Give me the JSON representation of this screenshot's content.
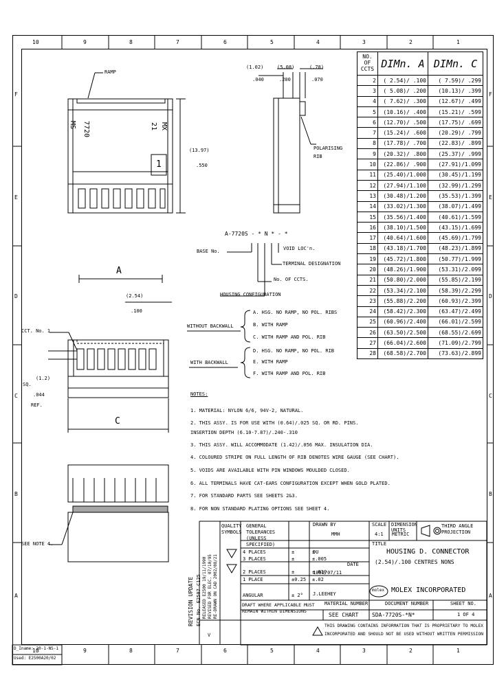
{
  "border": {
    "top_zones": [
      "10",
      "9",
      "8",
      "7",
      "6",
      "5",
      "4",
      "3",
      "2",
      "1"
    ],
    "bottom_zones": [
      "10",
      "9",
      "8",
      "7",
      "6",
      "5",
      "4",
      "3",
      "2",
      "1"
    ],
    "left_rows": [
      "F",
      "E",
      "D",
      "C",
      "B",
      "A"
    ],
    "right_rows": [
      "F",
      "E",
      "D",
      "C",
      "B",
      "A"
    ]
  },
  "table": {
    "headers": [
      "NO. OF CCTS",
      "DIMn. A",
      "DIMn. C"
    ],
    "rows": [
      [
        "2",
        "( 2.54)/ .100",
        "( 7.59)/ .299"
      ],
      [
        "3",
        "( 5.08)/ .200",
        "(10.13)/ .399"
      ],
      [
        "4",
        "( 7.62)/ .300",
        "(12.67)/ .499"
      ],
      [
        "5",
        "(10.16)/ .400",
        "(15.21)/ .599"
      ],
      [
        "6",
        "(12.70)/ .500",
        "(17.75)/ .699"
      ],
      [
        "7",
        "(15.24)/ .600",
        "(20.29)/ .799"
      ],
      [
        "8",
        "(17.78)/ .700",
        "(22.83)/ .899"
      ],
      [
        "9",
        "(20.32)/ .800",
        "(25.37)/ .999"
      ],
      [
        "10",
        "(22.86)/ .900",
        "(27.91)/1.099"
      ],
      [
        "11",
        "(25.40)/1.000",
        "(30.45)/1.199"
      ],
      [
        "12",
        "(27.94)/1.100",
        "(32.99)/1.299"
      ],
      [
        "13",
        "(30.48)/1.200",
        "(35.53)/1.399"
      ],
      [
        "14",
        "(33.02)/1.300",
        "(38.07)/1.499"
      ],
      [
        "15",
        "(35.56)/1.400",
        "(40.61)/1.599"
      ],
      [
        "16",
        "(38.10)/1.500",
        "(43.15)/1.699"
      ],
      [
        "17",
        "(40.64)/1.600",
        "(45.69)/1.799"
      ],
      [
        "18",
        "(43.18)/1.700",
        "(48.23)/1.899"
      ],
      [
        "19",
        "(45.72)/1.800",
        "(50.77)/1.999"
      ],
      [
        "20",
        "(48.26)/1.900",
        "(53.31)/2.099"
      ],
      [
        "21",
        "(50.80)/2.000",
        "(55.85)/2.199"
      ],
      [
        "22",
        "(53.34)/2.100",
        "(58.39)/2.299"
      ],
      [
        "23",
        "(55.88)/2.200",
        "(60.93)/2.399"
      ],
      [
        "24",
        "(58.42)/2.300",
        "(63.47)/2.499"
      ],
      [
        "25",
        "(60.96)/2.400",
        "(66.01)/2.599"
      ],
      [
        "26",
        "(63.50)/2.500",
        "(68.55)/2.699"
      ],
      [
        "27",
        "(66.04)/2.600",
        "(71.09)/2.799"
      ],
      [
        "28",
        "(68.58)/2.700",
        "(73.63)/2.899"
      ]
    ]
  },
  "drawing": {
    "ramp": "RAMP",
    "top_dims": [
      "(1.02)",
      ".040",
      "(5.08)",
      ".200",
      "(.78)",
      ".070"
    ],
    "polarising": [
      "POLARISING",
      "RIB"
    ],
    "height_dim": [
      "(13.97)",
      ".550"
    ],
    "mark_ms": "MS",
    "mark_7720": "7720",
    "mark_21": "21",
    "mark_mx": "MX",
    "mark_1": "1",
    "dim_a": "A",
    "dim_c": "C",
    "pitch": [
      "(2.54)",
      ".100"
    ],
    "cct_no": "CCT. No. 1",
    "sq": [
      "SQ.",
      "(1.2)",
      ".044",
      "REF."
    ],
    "see_note": "SEE NOTE 4."
  },
  "part_code": {
    "code": "A-7720S - * N * - *",
    "base": "BASE No.",
    "void": "VOID LOC'n.",
    "term": "TERMINAL DESIGNATION",
    "ccts": "No. OF CCTS.",
    "config": "HOUSING CONFIGURATION"
  },
  "config": {
    "without": "WITHOUT BACKWALL",
    "with": "WITH BACKWALL",
    "options": [
      "A. HSG. NO RAMP, NO POL. RIBS",
      "B. WITH RAMP",
      "C. WITH RAMP AND POL. RIB",
      "D. HSG. NO RAMP, NO POL. RIB",
      "E. WITH RAMP",
      "F. WITH RAMP AND POL. RIB"
    ]
  },
  "notes": {
    "title": "NOTES:",
    "items": [
      "1. MATERIAL: NYLON 6/6, 94V-2, NATURAL.",
      "2. THIS ASSY. IS FOR USE WITH (0.64)/.025 SQ. OR RD. PINS.",
      "   INSERTION DEPTH (6.10-7.87)/.240-.310",
      "3. THIS ASSY. WILL ACCOMMODATE (1.42)/.056 MAX. INSULATION DIA.",
      "4. COLOURED STRIPE ON FULL LENGTH OF RIB DENOTES WIRE GAUGE (SEE CHART).",
      "5. VOIDS ARE AVAILABLE WITH PIN WINDOWS MOULDED CLOSED.",
      "6. ALL TERMINALS HAVE CAT-EARS CONFIGURATION EXCEPT WHEN GOLD PLATED.",
      "7. FOR STANDARD PARTS SEE SHEETS 2&3.",
      "8. FOR NON STANDARD PLATING OPTIONS SEE SHEET 4."
    ]
  },
  "title_block": {
    "quality": "QUALITY SYMBOLS",
    "tolerances": "GENERAL TOLERANCES (UNLESS SPECIFIED)",
    "drawn_label": "DRAWN BY",
    "drawn": "MMH",
    "scale_label": "SCALE",
    "scale": "4:1",
    "units_label": "DIMENSION UNITS",
    "units": "METRIC",
    "projection": "THIRD ANGLE PROJECTION",
    "title_label": "TITLE",
    "title1": "HOUSING D. CONNECTOR",
    "title2": "(2.54)/.100 CENTRES NONS",
    "places": [
      "4 PLACES",
      "3 PLACES",
      "2 PLACES",
      "1 PLACE",
      "ANGULAR"
    ],
    "tol_mm": [
      "±",
      "±",
      "±",
      "±0.25",
      "± 2°"
    ],
    "tol_in": [
      "±",
      "±.005",
      "±.010",
      "±.02",
      ""
    ],
    "checked": "DU",
    "date_label": "DATE",
    "date": "1991/07/11",
    "approved": "J.LEEHEY",
    "company": "MOLEX INCORPORATED",
    "material_label": "MATERIAL NUMBER",
    "doc_label": "DOCUMENT NUMBER",
    "sheet_label": "SHEET NO.",
    "draft": "DRAFT WHERE APPLICABLE MUST REMAIN WITHIN DIMENSIONS",
    "see_chart": "SEE CHART",
    "doc_num": "SDA-7720S-*N*",
    "sheet": "1 OF 4",
    "proprietary1": "THIS DRAWING CONTAINS INFORMATION THAT IS PROPRIETARY TO MOLEX",
    "proprietary2": "INCORPORATED AND SHOULD NOT BE USED WITHOUT WRITTEN PERMISSION",
    "rev_title": "REVISION UPDATE",
    "rev_lines": [
      "ECN No. E2507 C125",
      "RELEASED E2500 19/11/1990",
      "REVISED FOR ELEC. 07/10/95",
      "RE-DRAWN ON CAD 2002/08/21"
    ],
    "rev_code": "V",
    "footer1": "D_Iname: 20-1-NS-1",
    "footer2": "Used: E2500A20/02"
  }
}
